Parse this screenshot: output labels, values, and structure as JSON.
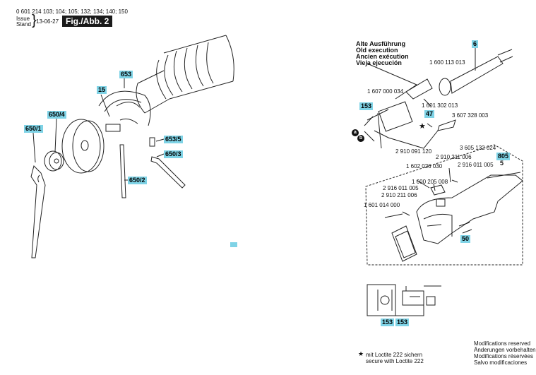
{
  "header": {
    "models": "0 601 214 103; 104; 105; 132; 134; 140; 150",
    "issue": "Issue",
    "stand": "Stand",
    "date": "13-06-27",
    "figure": "Fig./Abb. 2"
  },
  "old_execution": {
    "de": "Alte Ausführung",
    "en": "Old execution",
    "fr": "Ancien exécution",
    "es": "Vieja ejecución"
  },
  "left_tags": [
    "653",
    "15",
    "650/4",
    "650/1",
    "653/5",
    "650/3",
    "650/2"
  ],
  "right_tags": [
    "6",
    "153",
    "47",
    "805",
    "5",
    "50",
    "153",
    "153"
  ],
  "part_numbers": [
    "1 600 113 013",
    "1 607 000 034",
    "1 601 302 013",
    "3 607 328 003",
    "2 910 091 120",
    "3 605 132 024",
    "2 910 211 006",
    "2 916 011 005",
    "1 602 026 030",
    "1 600 205 008",
    "2 916 011 005",
    "2 910 211 006",
    "1 601 014 000"
  ],
  "markers": [
    "a",
    "b"
  ],
  "loctite": {
    "de": "mit Loctite 222 sichern",
    "en": "secure with Loctite 222"
  },
  "modifications": {
    "en": "Modifications reserved",
    "de": "Änderungen vorbehalten",
    "fr": "Modifications réservées",
    "es": "Salvo modificaciones"
  },
  "colors": {
    "tag": "#7fd3e6",
    "figure_bg": "#1a1a1a"
  }
}
